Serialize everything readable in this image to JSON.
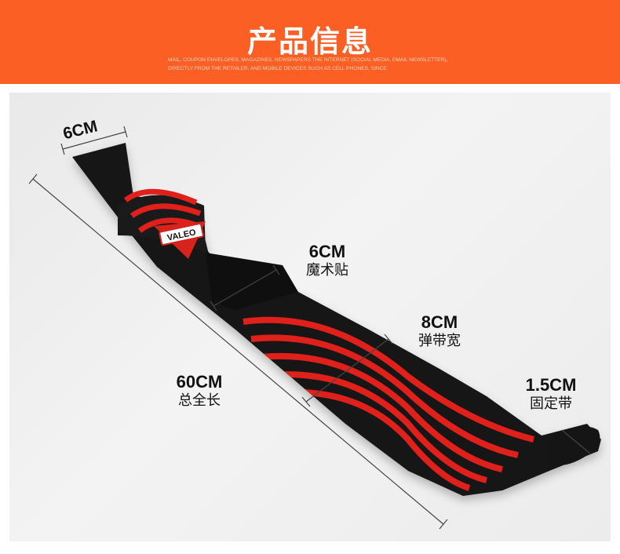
{
  "banner": {
    "title": "产品信息",
    "subtitle_line1": "MAIL, COUPON ENVELOPES, MAGAZINES, NEWSPAPERS THE INTERNET (SOCIAL MEDIA, EMAIL NEWSLETTER),",
    "subtitle_line2": "DIRECTLY FROM THE RETAILER, AND MOBILE DEVICES SUCH AS CELL PHONES. SINCE",
    "color": "#fb5f24"
  },
  "product": {
    "brand": "VALEO",
    "strap_color": "#141414",
    "stripe_color": "#e0201b"
  },
  "dimensions": {
    "width": "6CM",
    "velcro": {
      "size": "6CM",
      "caption": "魔术贴"
    },
    "elastic": {
      "size": "8CM",
      "caption": "弹带宽"
    },
    "total": {
      "size": "60CM",
      "caption": "总全长"
    },
    "loop": {
      "size": "1.5CM",
      "caption": "固定带"
    }
  }
}
